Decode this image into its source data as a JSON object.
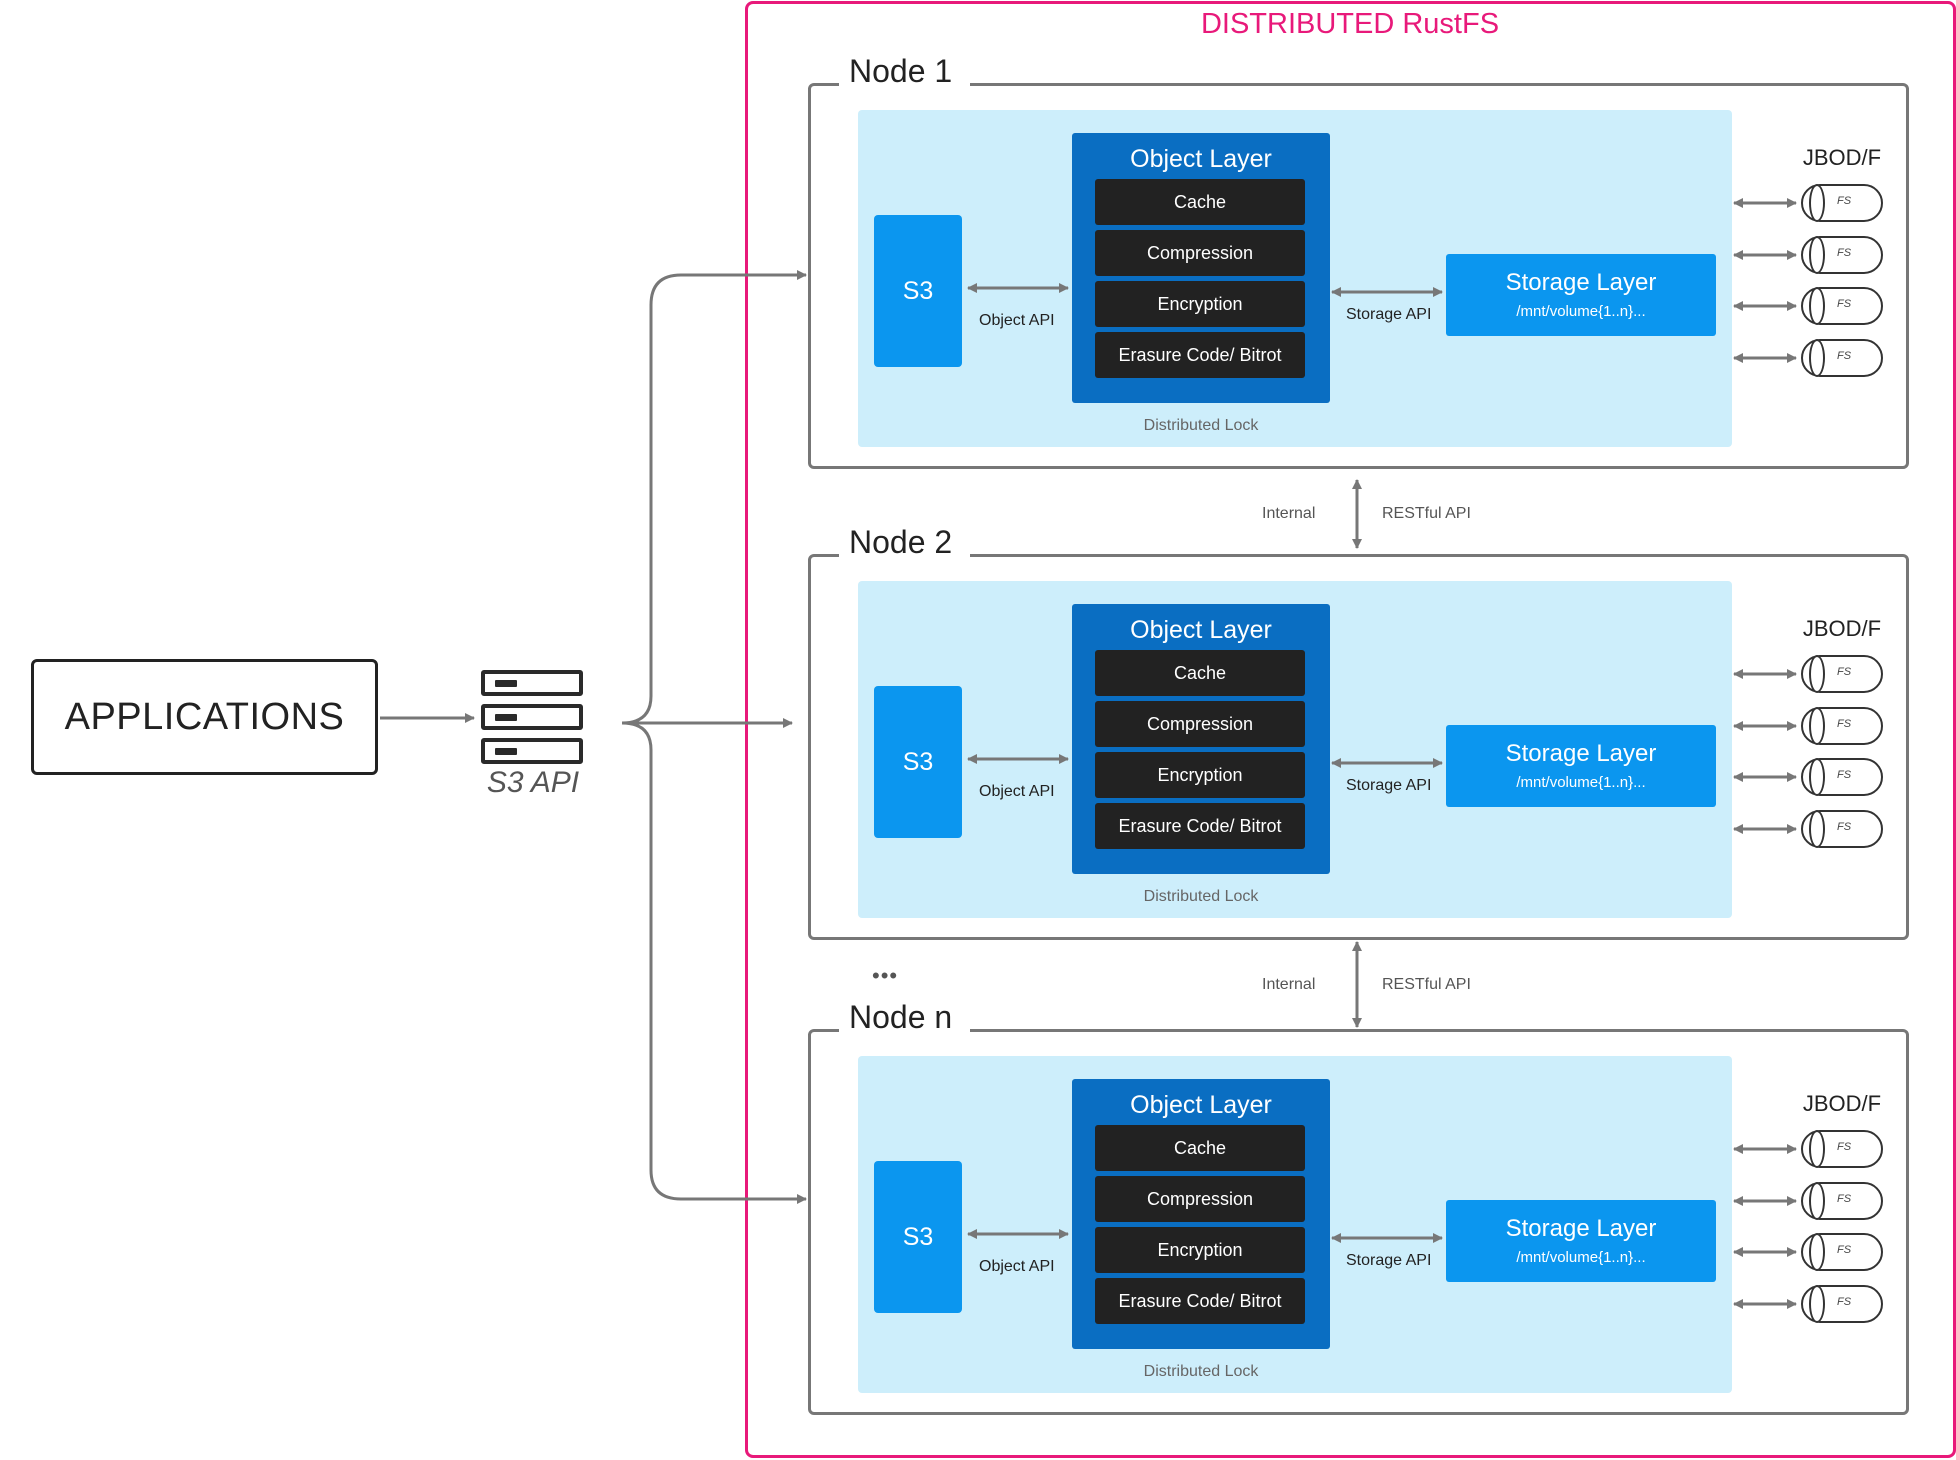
{
  "applications_label": "APPLICATIONS",
  "s3_api_label": "S3 API",
  "cluster_title": "DISTRIBUTED RustFS",
  "nodes": [
    {
      "title": "Node 1",
      "s3_label": "S3",
      "object_api_label": "Object API",
      "object_layer": {
        "title": "Object Layer",
        "items": [
          "Cache",
          "Compression",
          "Encryption",
          "Erasure Code/ Bitrot"
        ]
      },
      "distributed_lock": "Distributed Lock",
      "storage_api_label": "Storage API",
      "storage_layer": {
        "title": "Storage Layer",
        "path": "/mnt/volume{1..n}..."
      },
      "jbod_label": "JBOD/F",
      "disks": [
        "FS",
        "FS",
        "FS",
        "FS"
      ]
    },
    {
      "title": "Node 2",
      "s3_label": "S3",
      "object_api_label": "Object API",
      "object_layer": {
        "title": "Object Layer",
        "items": [
          "Cache",
          "Compression",
          "Encryption",
          "Erasure Code/ Bitrot"
        ]
      },
      "distributed_lock": "Distributed Lock",
      "storage_api_label": "Storage API",
      "storage_layer": {
        "title": "Storage Layer",
        "path": "/mnt/volume{1..n}..."
      },
      "jbod_label": "JBOD/F",
      "disks": [
        "FS",
        "FS",
        "FS",
        "FS"
      ]
    },
    {
      "title": "Node n",
      "s3_label": "S3",
      "object_api_label": "Object API",
      "object_layer": {
        "title": "Object Layer",
        "items": [
          "Cache",
          "Compression",
          "Encryption",
          "Erasure Code/ Bitrot"
        ]
      },
      "distributed_lock": "Distributed Lock",
      "storage_api_label": "Storage API",
      "storage_layer": {
        "title": "Storage Layer",
        "path": "/mnt/volume{1..n}..."
      },
      "jbod_label": "JBOD/F",
      "disks": [
        "FS",
        "FS",
        "FS",
        "FS"
      ]
    }
  ],
  "inter_node_links": [
    {
      "left_label": "Internal",
      "right_label": "RESTful API"
    },
    {
      "left_label": "Internal",
      "right_label": "RESTful API"
    }
  ],
  "ellipsis": "•••",
  "colors": {
    "cluster_border": "#e8197a",
    "node_panel": "#cdeefb",
    "s3_box": "#0b96ef",
    "object_layer": "#0a6ec2",
    "object_item": "#222222",
    "storage_layer": "#0b96ef",
    "connector": "#777777"
  }
}
